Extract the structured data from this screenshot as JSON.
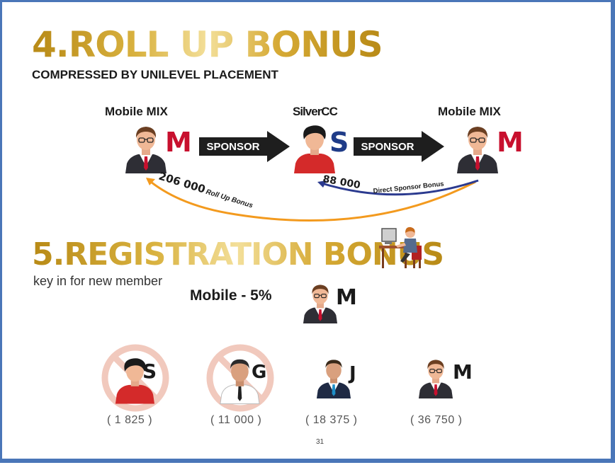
{
  "section4": {
    "title": "4.ROLL UP BONUS",
    "subtitle": "COMPRESSED BY UNILEVEL PLACEMENT",
    "left_name": "Mobile MIX",
    "center_name": "SilverCC",
    "right_name": "Mobile MIX",
    "left_letter": "M",
    "center_letter": "S",
    "right_letter": "M",
    "arrow1": "SPONSOR",
    "arrow2": "SPONSOR",
    "rollup_amount": "206 000",
    "rollup_label": "Roll Up Bonus",
    "direct_amount": "88 000",
    "direct_label": "Direct Sponsor Bonus"
  },
  "section5": {
    "title": "5.REGISTRATION BONUS",
    "subtitle": "key in for new member",
    "mobile_rate": "Mobile - 5%",
    "mobile_letter": "M",
    "members": [
      {
        "letter": "S",
        "amount": "( 1 825   )"
      },
      {
        "letter": "G",
        "amount": "(  11 000  )"
      },
      {
        "letter": "J",
        "amount": "( 18 375  )"
      },
      {
        "letter": "M",
        "amount": "( 36 750  )"
      }
    ]
  },
  "page_number": "31",
  "colors": {
    "gold": "#d9b240",
    "red_letter": "#c8102e",
    "blue_letter": "#1f3c88",
    "orange_arrow": "#f39a1e",
    "blue_arrow": "#2b3a8f",
    "prohibited": "#f1c9bd"
  }
}
